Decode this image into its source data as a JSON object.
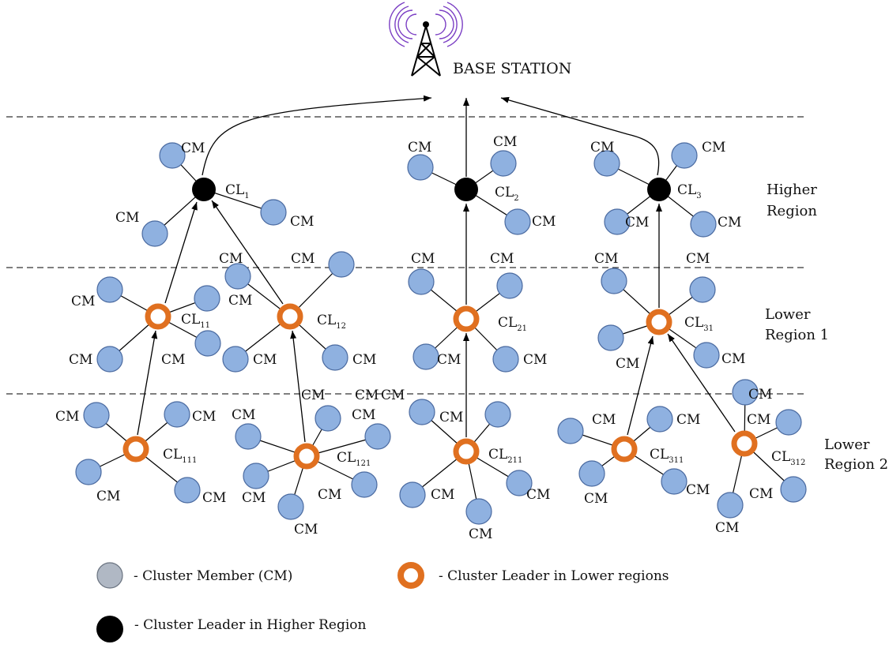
{
  "base_station": {
    "label": "BASE STATION"
  },
  "regions": {
    "higher": [
      "Higher",
      "Region"
    ],
    "lower1": [
      "Lower",
      "Region 1"
    ],
    "lower2": [
      "Lower",
      "Region 2"
    ]
  },
  "member_label": "CM",
  "leaders": {
    "cl1": {
      "main": "CL",
      "sub": "1"
    },
    "cl2": {
      "main": "CL",
      "sub": "2"
    },
    "cl3": {
      "main": "CL",
      "sub": "3"
    },
    "cl11": {
      "main": "CL",
      "sub": "11"
    },
    "cl12": {
      "main": "CL",
      "sub": "12"
    },
    "cl21": {
      "main": "CL",
      "sub": "21"
    },
    "cl31": {
      "main": "CL",
      "sub": "31"
    },
    "cl111": {
      "main": "CL",
      "sub": "111"
    },
    "cl121": {
      "main": "CL",
      "sub": "121"
    },
    "cl211": {
      "main": "CL",
      "sub": "211"
    },
    "cl311": {
      "main": "CL",
      "sub": "311"
    },
    "cl312": {
      "main": "CL",
      "sub": "312"
    }
  },
  "legend": {
    "member": "- Cluster Member (CM)",
    "lower_leader": "- Cluster Leader in Lower regions",
    "higher_leader": "- Cluster Leader in Higher Region"
  },
  "colors": {
    "member_fill": "#8fb1e0",
    "member_stroke": "#4a6aa0",
    "leader_lower": "#e07020",
    "leader_higher": "#000000",
    "antenna_waves": "#7b3fc4",
    "line": "#000000",
    "legend_member_fill": "#b0b8c4"
  }
}
